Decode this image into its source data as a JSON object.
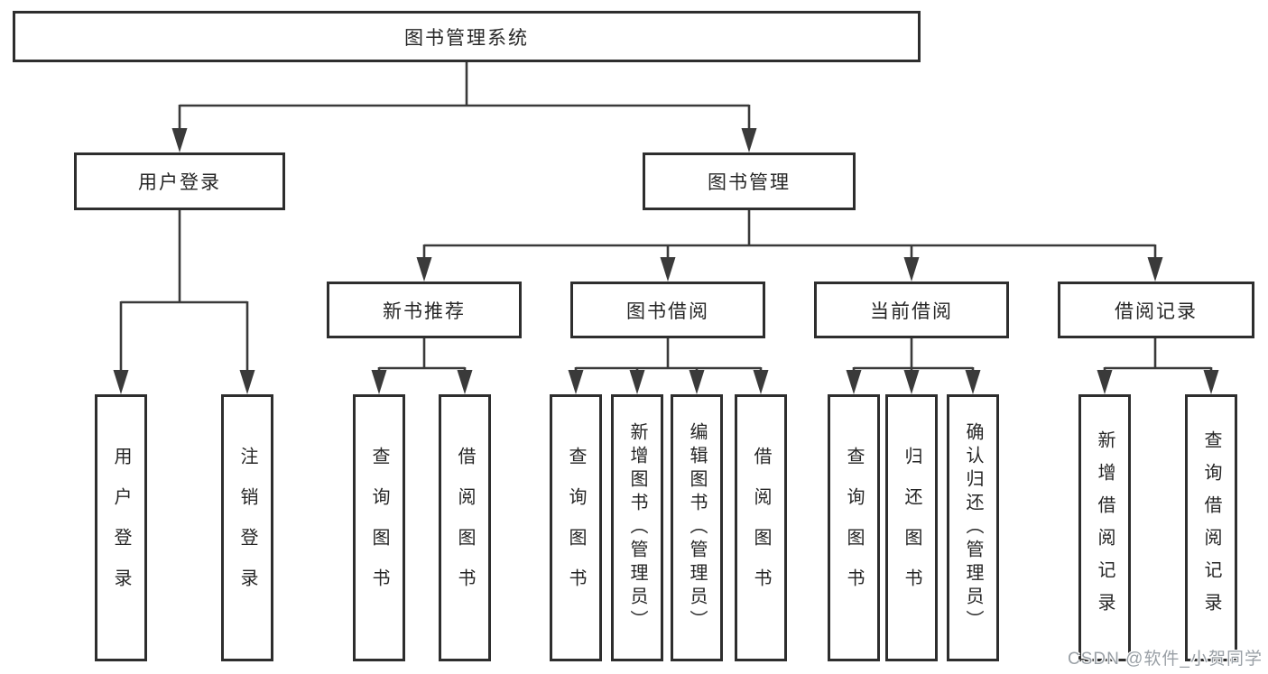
{
  "tree": {
    "label": "图书管理系统",
    "children": [
      {
        "label": "用户登录",
        "children": [
          {
            "label": "用户登录"
          },
          {
            "label": "注销登录"
          }
        ]
      },
      {
        "label": "图书管理",
        "children": [
          {
            "label": "新书推荐",
            "children": [
              {
                "label": "查询图书"
              },
              {
                "label": "借阅图书"
              }
            ]
          },
          {
            "label": "图书借阅",
            "children": [
              {
                "label": "查询图书"
              },
              {
                "label": "新增图书（管理员）"
              },
              {
                "label": "编辑图书（管理员）"
              },
              {
                "label": "借阅图书"
              }
            ]
          },
          {
            "label": "当前借阅",
            "children": [
              {
                "label": "查询图书"
              },
              {
                "label": "归还图书"
              },
              {
                "label": "确认归还（管理员）"
              }
            ]
          },
          {
            "label": "借阅记录",
            "children": [
              {
                "label": "新增借阅记录"
              },
              {
                "label": "查询借阅记录"
              }
            ]
          }
        ]
      }
    ]
  },
  "watermark": {
    "text": "CSDN @软件_小贺同学",
    "color": "#9aa0a6"
  },
  "colors": {
    "line": "#3a3a3a",
    "box_border": "#2e2e2e",
    "box_fill": "#ffffff",
    "text": "#262626",
    "background": "#ffffff"
  }
}
